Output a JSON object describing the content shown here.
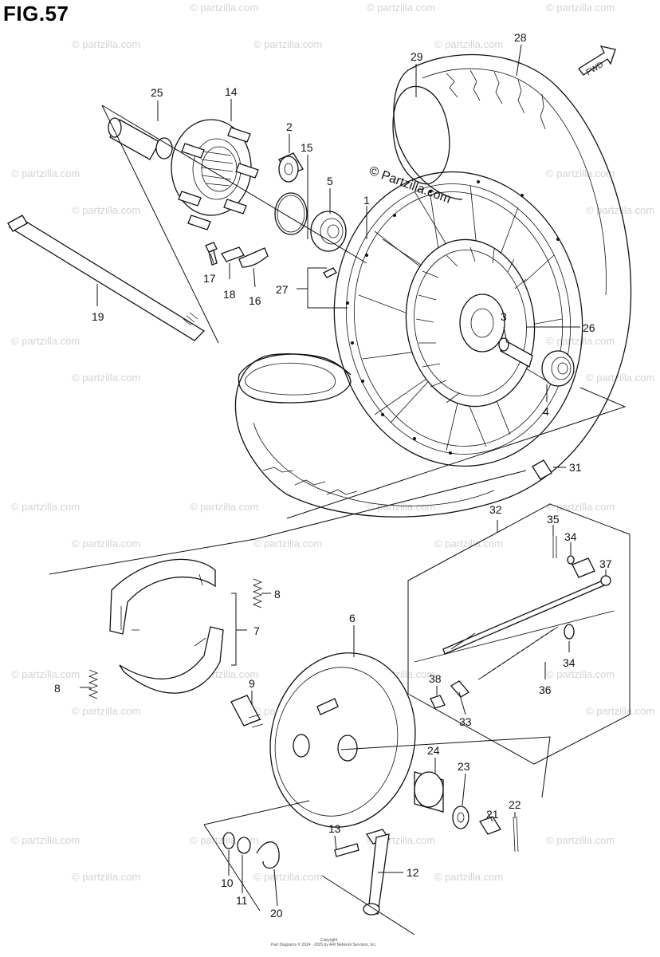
{
  "figure_title": "FIG.57",
  "watermark_text": "© partzilla.com",
  "inline_watermark": "© Partzilla.com",
  "fwd_label": "FWD",
  "copyright_lines": [
    "Copyright",
    "Part Diagrams © 2024 - 2025 by ARI Network Services, Inc."
  ],
  "part_labels": {
    "p1": "1",
    "p2": "2",
    "p3": "3",
    "p4": "4",
    "p5": "5",
    "p6": "6",
    "p7": "7",
    "p8a": "8",
    "p8b": "8",
    "p9": "9",
    "p10": "10",
    "p11": "11",
    "p12": "12",
    "p13": "13",
    "p14": "14",
    "p15": "15",
    "p16": "16",
    "p17": "17",
    "p18": "18",
    "p19": "19",
    "p20": "20",
    "p21": "21",
    "p22": "22",
    "p23": "23",
    "p24": "24",
    "p25": "25",
    "p26": "26",
    "p27": "27",
    "p28": "28",
    "p29": "29",
    "p31": "31",
    "p32": "32",
    "p33": "33",
    "p34a": "34",
    "p34b": "34",
    "p35": "35",
    "p36": "36",
    "p37": "37",
    "p38": "38"
  }
}
